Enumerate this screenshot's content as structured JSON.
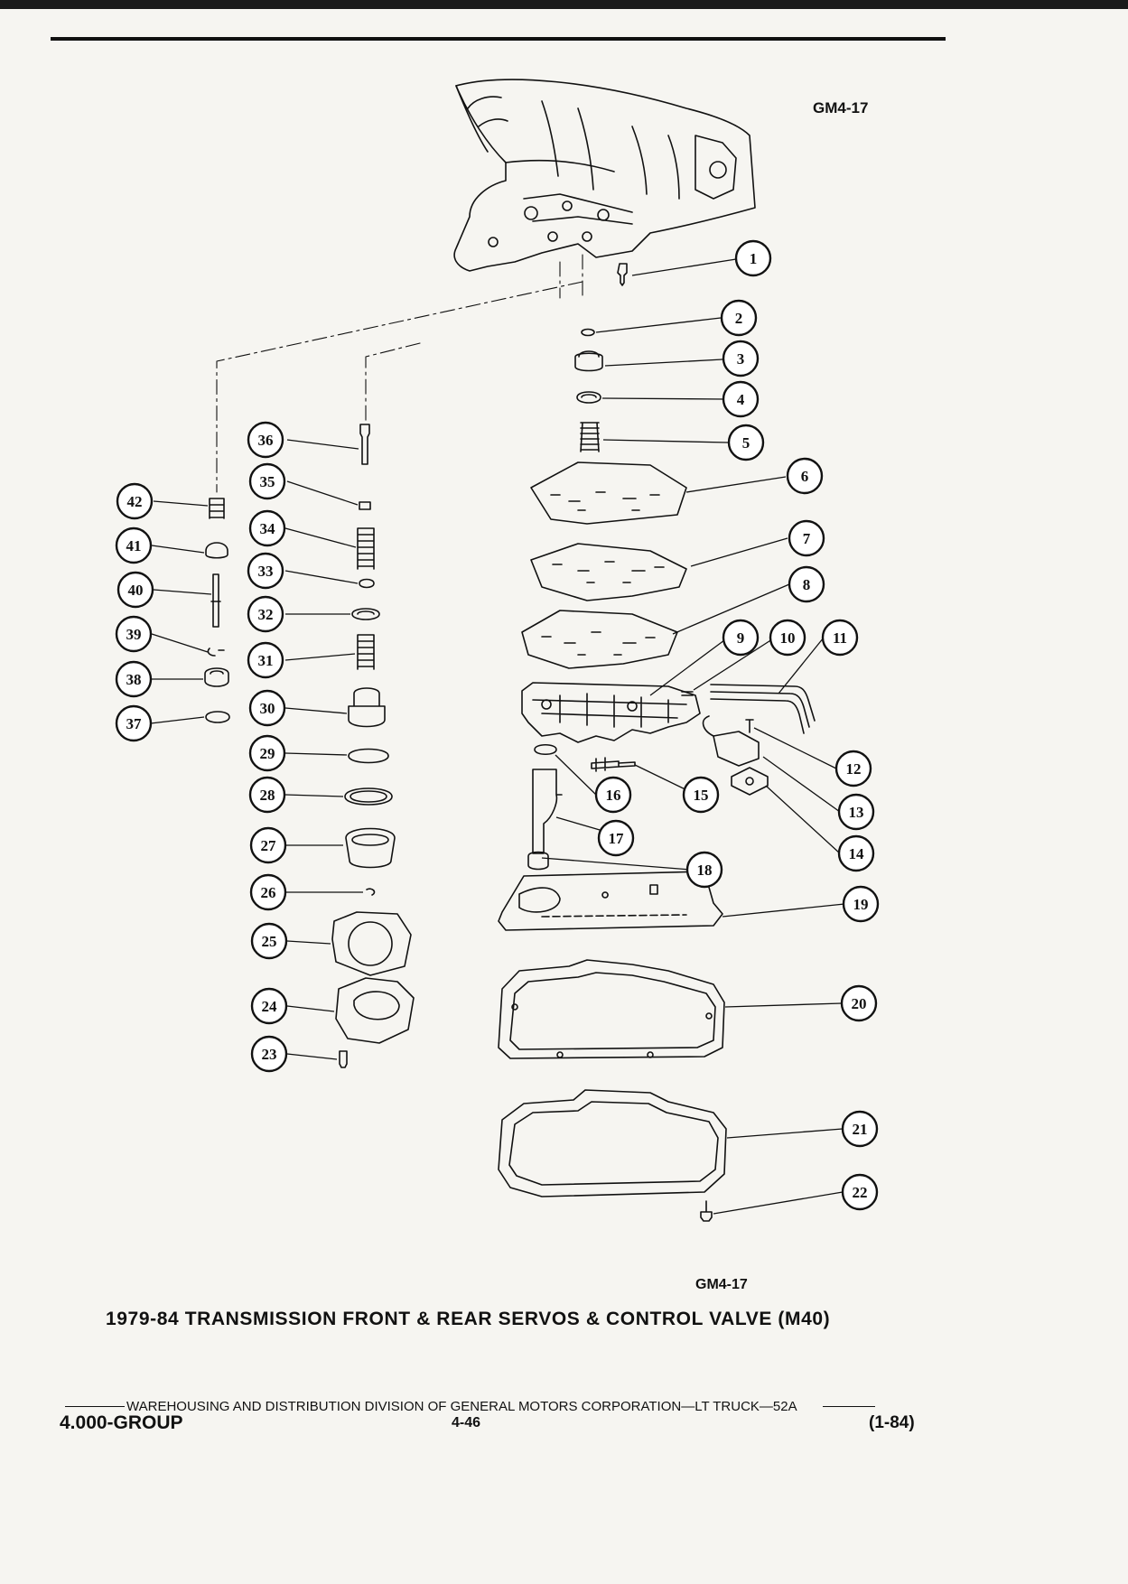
{
  "figure_id_top": "GM4-17",
  "figure_id_bottom": "GM4-17",
  "caption": "1979-84 TRANSMISSION FRONT & REAR SERVOS & CONTROL VALVE (M40)",
  "footer": {
    "division": "WAREHOUSING AND DISTRIBUTION  DIVISION OF GENERAL MOTORS CORPORATION—LT TRUCK—52A",
    "group": "4.000-GROUP",
    "page": "4-46",
    "date": "(1-84)"
  },
  "callouts": [
    "1",
    "2",
    "3",
    "4",
    "5",
    "6",
    "7",
    "8",
    "9",
    "10",
    "11",
    "12",
    "13",
    "14",
    "15",
    "16",
    "17",
    "18",
    "19",
    "20",
    "21",
    "22",
    "23",
    "24",
    "25",
    "26",
    "27",
    "28",
    "29",
    "30",
    "31",
    "32",
    "33",
    "34",
    "35",
    "36",
    "37",
    "38",
    "39",
    "40",
    "41",
    "42"
  ]
}
